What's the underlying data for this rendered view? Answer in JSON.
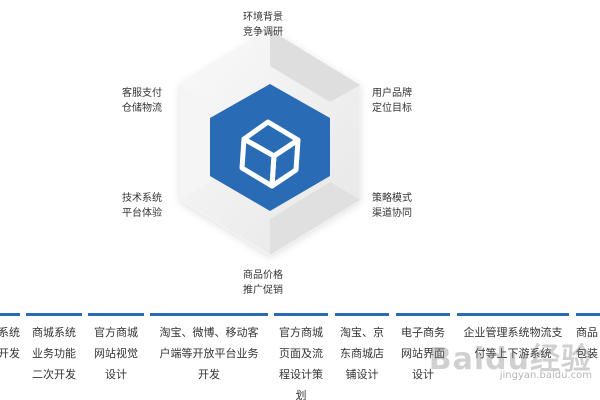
{
  "hexagon": {
    "labels": [
      {
        "lines": [
          "环境背景",
          "竞争调研"
        ]
      },
      {
        "lines": [
          "用户品牌",
          "定位目标"
        ]
      },
      {
        "lines": [
          "策略模式",
          "渠道协同"
        ]
      },
      {
        "lines": [
          "商品价格",
          "推广促销"
        ]
      },
      {
        "lines": [
          "技术系统",
          "平台体验"
        ]
      },
      {
        "lines": [
          "客服支付",
          "仓储物流"
        ]
      }
    ],
    "center_icon": "cube-icon",
    "colors": {
      "center": "#2a6bb5",
      "outer": "#ececec",
      "icon": "#ffffff"
    }
  },
  "cards": [
    {
      "lines": [
        "系统",
        "开发"
      ]
    },
    {
      "lines": [
        "商城系统",
        "业务功能",
        "二次开发"
      ]
    },
    {
      "lines": [
        "官方商城",
        "网站视觉",
        "设计"
      ]
    },
    {
      "lines": [
        "淘宝、微博、移动客",
        "户端等开放平台业务",
        "开发"
      ]
    },
    {
      "lines": [
        "官方商城",
        "页面及流",
        "程设计策",
        "划"
      ]
    },
    {
      "lines": [
        "淘宝、京",
        "东商城店",
        "铺设计"
      ]
    },
    {
      "lines": [
        "电子商务",
        "网站界面",
        "设计"
      ]
    },
    {
      "lines": [
        "企业管理系统物流支",
        "付等上下游系统"
      ]
    },
    {
      "lines": [
        "商品",
        "包装"
      ]
    }
  ],
  "card_accent": "#2a6bb5",
  "watermark": {
    "text": "Baidu经验",
    "sub": "jingyan.baidu.com"
  }
}
